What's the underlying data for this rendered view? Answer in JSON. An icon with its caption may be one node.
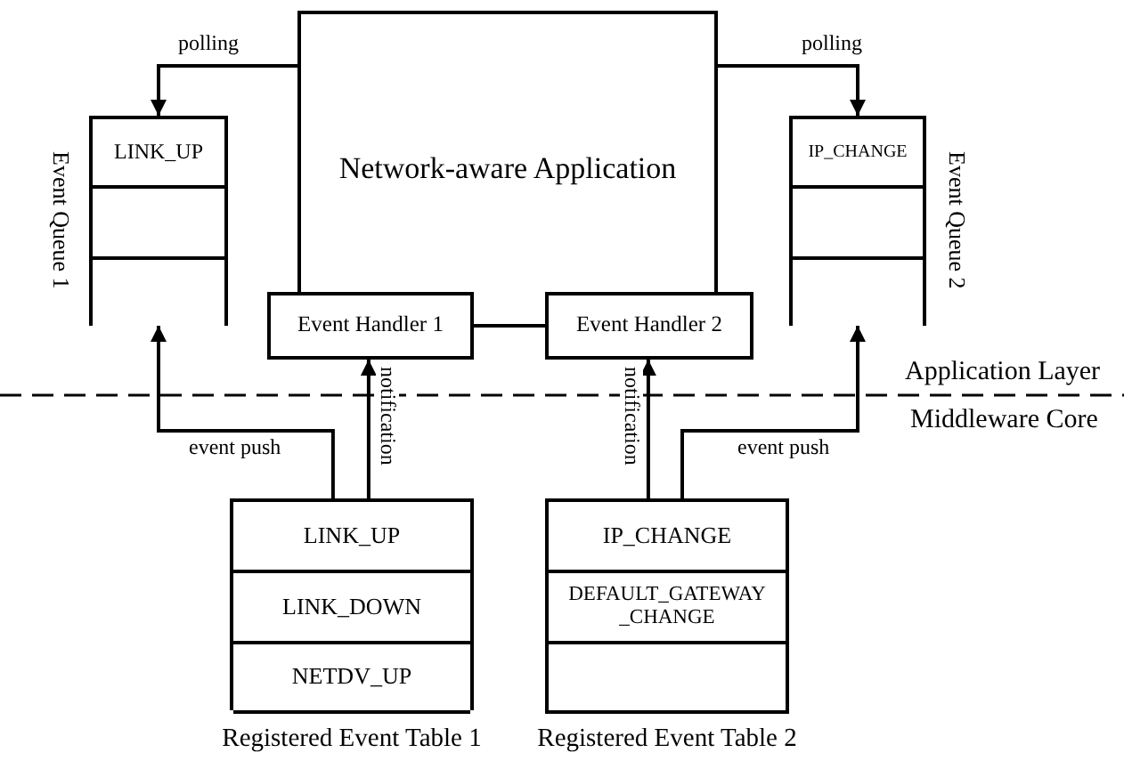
{
  "diagram": {
    "nodes": [
      {
        "text": [
          "Network-aware Application"
        ]
      },
      {
        "text": [
          "Event Handler 1"
        ]
      },
      {
        "text": [
          "Event Handler 2"
        ]
      },
      {
        "text": [
          "Event Queue 1"
        ]
      },
      {
        "text": [
          "LINK_UP"
        ],
        "in": 3
      },
      {
        "text": [],
        "shape": "box",
        "in": 3
      },
      {
        "text": [
          "Event Queue 2"
        ]
      },
      {
        "text": [
          "IP_CHANGE"
        ],
        "in": 6
      },
      {
        "text": [],
        "shape": "box",
        "in": 6
      },
      {
        "text": [
          "Registered Event Table 1"
        ]
      },
      {
        "text": [
          "LINK_UP"
        ],
        "in": 9
      },
      {
        "text": [
          "LINK_DOWN"
        ],
        "in": 9
      },
      {
        "text": [
          "NETDV_UP"
        ],
        "in": 9
      },
      {
        "text": [
          "Registered Event Table 2"
        ]
      },
      {
        "text": [
          "IP_CHANGE"
        ],
        "in": 13
      },
      {
        "text": [
          "DEFAULT_GATEWAY _CHANGE"
        ],
        "in": 13
      },
      {
        "text": [],
        "shape": "box",
        "in": 13
      }
    ],
    "edges": [
      {
        "from": 0,
        "to": 3,
        "arrow": "to",
        "label": "polling"
      },
      {
        "from": 0,
        "to": 6,
        "arrow": "to",
        "label": "polling"
      },
      {
        "from": 1,
        "to": 2,
        "arrow": "none"
      },
      {
        "from": 9,
        "to": 3,
        "arrow": "to",
        "label": "event push"
      },
      {
        "from": 9,
        "to": 1,
        "arrow": "to",
        "label": "notification"
      },
      {
        "from": 13,
        "to": 2,
        "arrow": "to",
        "label": "notification"
      },
      {
        "from": 13,
        "to": 6,
        "arrow": "to",
        "label": "event push"
      }
    ],
    "labels": [
      "Application Layer",
      "Middleware Core"
    ]
  }
}
